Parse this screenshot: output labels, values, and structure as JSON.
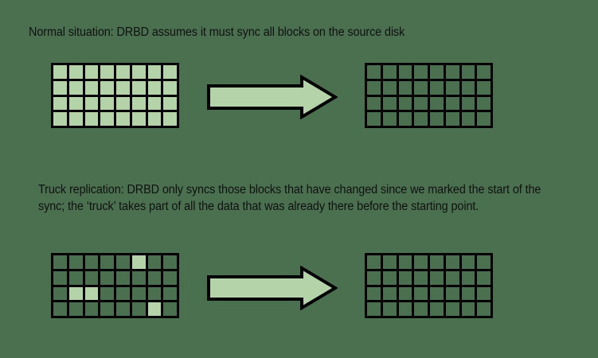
{
  "page": {
    "background_color": "#4a7050",
    "block_fill_color": "#b4d3a8",
    "block_outline_color": "#000000",
    "text_color": "#111111"
  },
  "sections": [
    {
      "id": "normal",
      "caption": "Normal situation: DRBD assumes it must sync all blocks on the source disk",
      "source_grid": {
        "columns": 8,
        "rows": 4,
        "filled_cells": "all"
      },
      "arrow": {
        "direction": "right",
        "label": ""
      },
      "target_grid": {
        "columns": 8,
        "rows": 4,
        "filled_cells": "none"
      }
    },
    {
      "id": "truck",
      "caption": "Truck replication: DRBD only syncs those blocks that have changed since we marked the start of the sync; the ‘truck’ takes part of all the data that was already there before the starting point.",
      "source_grid": {
        "columns": 8,
        "rows": 4,
        "filled_cells": [
          {
            "row": 1,
            "col": 6
          },
          {
            "row": 3,
            "col": 2
          },
          {
            "row": 3,
            "col": 3
          },
          {
            "row": 4,
            "col": 7
          }
        ]
      },
      "arrow": {
        "direction": "right",
        "label": ""
      },
      "target_grid": {
        "columns": 8,
        "rows": 4,
        "filled_cells": "none"
      }
    }
  ]
}
